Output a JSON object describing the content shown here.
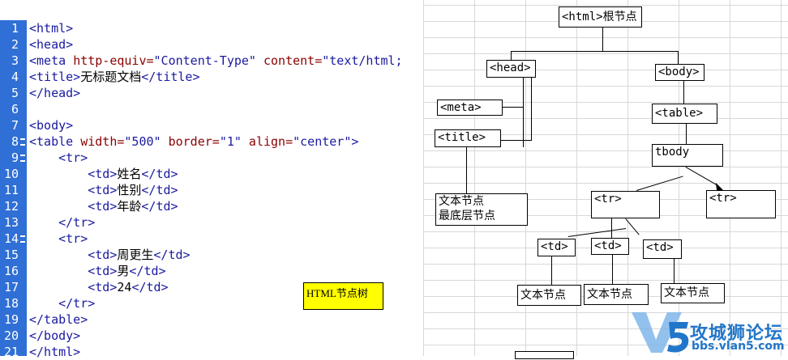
{
  "editor": {
    "line_numbers": [
      "1",
      "2",
      "3",
      "4",
      "5",
      "6",
      "7",
      "8",
      "9",
      "10",
      "11",
      "12",
      "13",
      "14",
      "15",
      "16",
      "17",
      "18",
      "19",
      "20",
      "21"
    ],
    "lines": [
      {
        "parts": [
          {
            "t": "<html>",
            "k": "tag"
          }
        ]
      },
      {
        "parts": [
          {
            "t": "<head>",
            "k": "tag"
          }
        ]
      },
      {
        "parts": [
          {
            "t": "<meta ",
            "k": "tag"
          },
          {
            "t": "http-equiv=",
            "k": "attr"
          },
          {
            "t": "\"Content-Type\"",
            "k": "val"
          },
          {
            "t": " content=",
            "k": "attr"
          },
          {
            "t": "\"text/html;",
            "k": "val"
          }
        ]
      },
      {
        "parts": [
          {
            "t": "<title>",
            "k": "tag"
          },
          {
            "t": "无标题文档",
            "k": "txt"
          },
          {
            "t": "</title>",
            "k": "tag"
          }
        ]
      },
      {
        "parts": [
          {
            "t": "</head>",
            "k": "tag"
          }
        ]
      },
      {
        "parts": []
      },
      {
        "parts": [
          {
            "t": "<body>",
            "k": "tag"
          }
        ]
      },
      {
        "parts": [
          {
            "t": "<table ",
            "k": "tag"
          },
          {
            "t": "width=",
            "k": "attr"
          },
          {
            "t": "\"500\"",
            "k": "val"
          },
          {
            "t": " border=",
            "k": "attr"
          },
          {
            "t": "\"1\"",
            "k": "val"
          },
          {
            "t": " align=",
            "k": "attr"
          },
          {
            "t": "\"center\"",
            "k": "val"
          },
          {
            "t": ">",
            "k": "tag"
          }
        ]
      },
      {
        "parts": [
          {
            "t": "    <tr>",
            "k": "tag"
          }
        ]
      },
      {
        "parts": [
          {
            "t": "        <td>",
            "k": "tag"
          },
          {
            "t": "姓名",
            "k": "txt"
          },
          {
            "t": "</td>",
            "k": "tag"
          }
        ]
      },
      {
        "parts": [
          {
            "t": "        <td>",
            "k": "tag"
          },
          {
            "t": "性别",
            "k": "txt"
          },
          {
            "t": "</td>",
            "k": "tag"
          }
        ]
      },
      {
        "parts": [
          {
            "t": "        <td>",
            "k": "tag"
          },
          {
            "t": "年龄",
            "k": "txt"
          },
          {
            "t": "</td>",
            "k": "tag"
          }
        ]
      },
      {
        "parts": [
          {
            "t": "    </tr>",
            "k": "tag"
          }
        ]
      },
      {
        "parts": [
          {
            "t": "    <tr>",
            "k": "tag"
          }
        ]
      },
      {
        "parts": [
          {
            "t": "        <td>",
            "k": "tag"
          },
          {
            "t": "周更生",
            "k": "txt"
          },
          {
            "t": "</td>",
            "k": "tag"
          }
        ]
      },
      {
        "parts": [
          {
            "t": "        <td>",
            "k": "tag"
          },
          {
            "t": "男",
            "k": "txt"
          },
          {
            "t": "</td>",
            "k": "tag"
          }
        ]
      },
      {
        "parts": [
          {
            "t": "        <td>",
            "k": "tag"
          },
          {
            "t": "24",
            "k": "txt"
          },
          {
            "t": "</td>",
            "k": "tag"
          }
        ]
      },
      {
        "parts": [
          {
            "t": "    </tr>",
            "k": "tag"
          }
        ]
      },
      {
        "parts": [
          {
            "t": "</table>",
            "k": "tag"
          }
        ]
      },
      {
        "parts": [
          {
            "t": "</body>",
            "k": "tag"
          }
        ]
      },
      {
        "parts": [
          {
            "t": "</html>",
            "k": "tag"
          }
        ]
      }
    ]
  },
  "note": "HTML节点树",
  "tree": {
    "root": "<html>根节点",
    "head": "<head>",
    "body": "<body>",
    "meta": "<meta>",
    "title": "<title>",
    "table": "<table>",
    "tbody": "tbody",
    "text_leaf_line1": "文本节点",
    "text_leaf_line2": "最底层节点",
    "tr1": "<tr>",
    "tr2": "<tr>",
    "td1": "<td>",
    "td2": "<td>",
    "td3": "<td>",
    "text1": "文本节点",
    "text2": "文本节点",
    "text3": "文本节点"
  },
  "watermark": {
    "brand": "攻城狮论坛",
    "url": "bbs.vlan5.com",
    "logo_mark": "V5"
  },
  "colors": {
    "gutter": "#2f6fd6",
    "tag": "#1a1aa0",
    "attr": "#8b0000",
    "note_bg": "#ffff00",
    "brand": "#2276c9"
  }
}
